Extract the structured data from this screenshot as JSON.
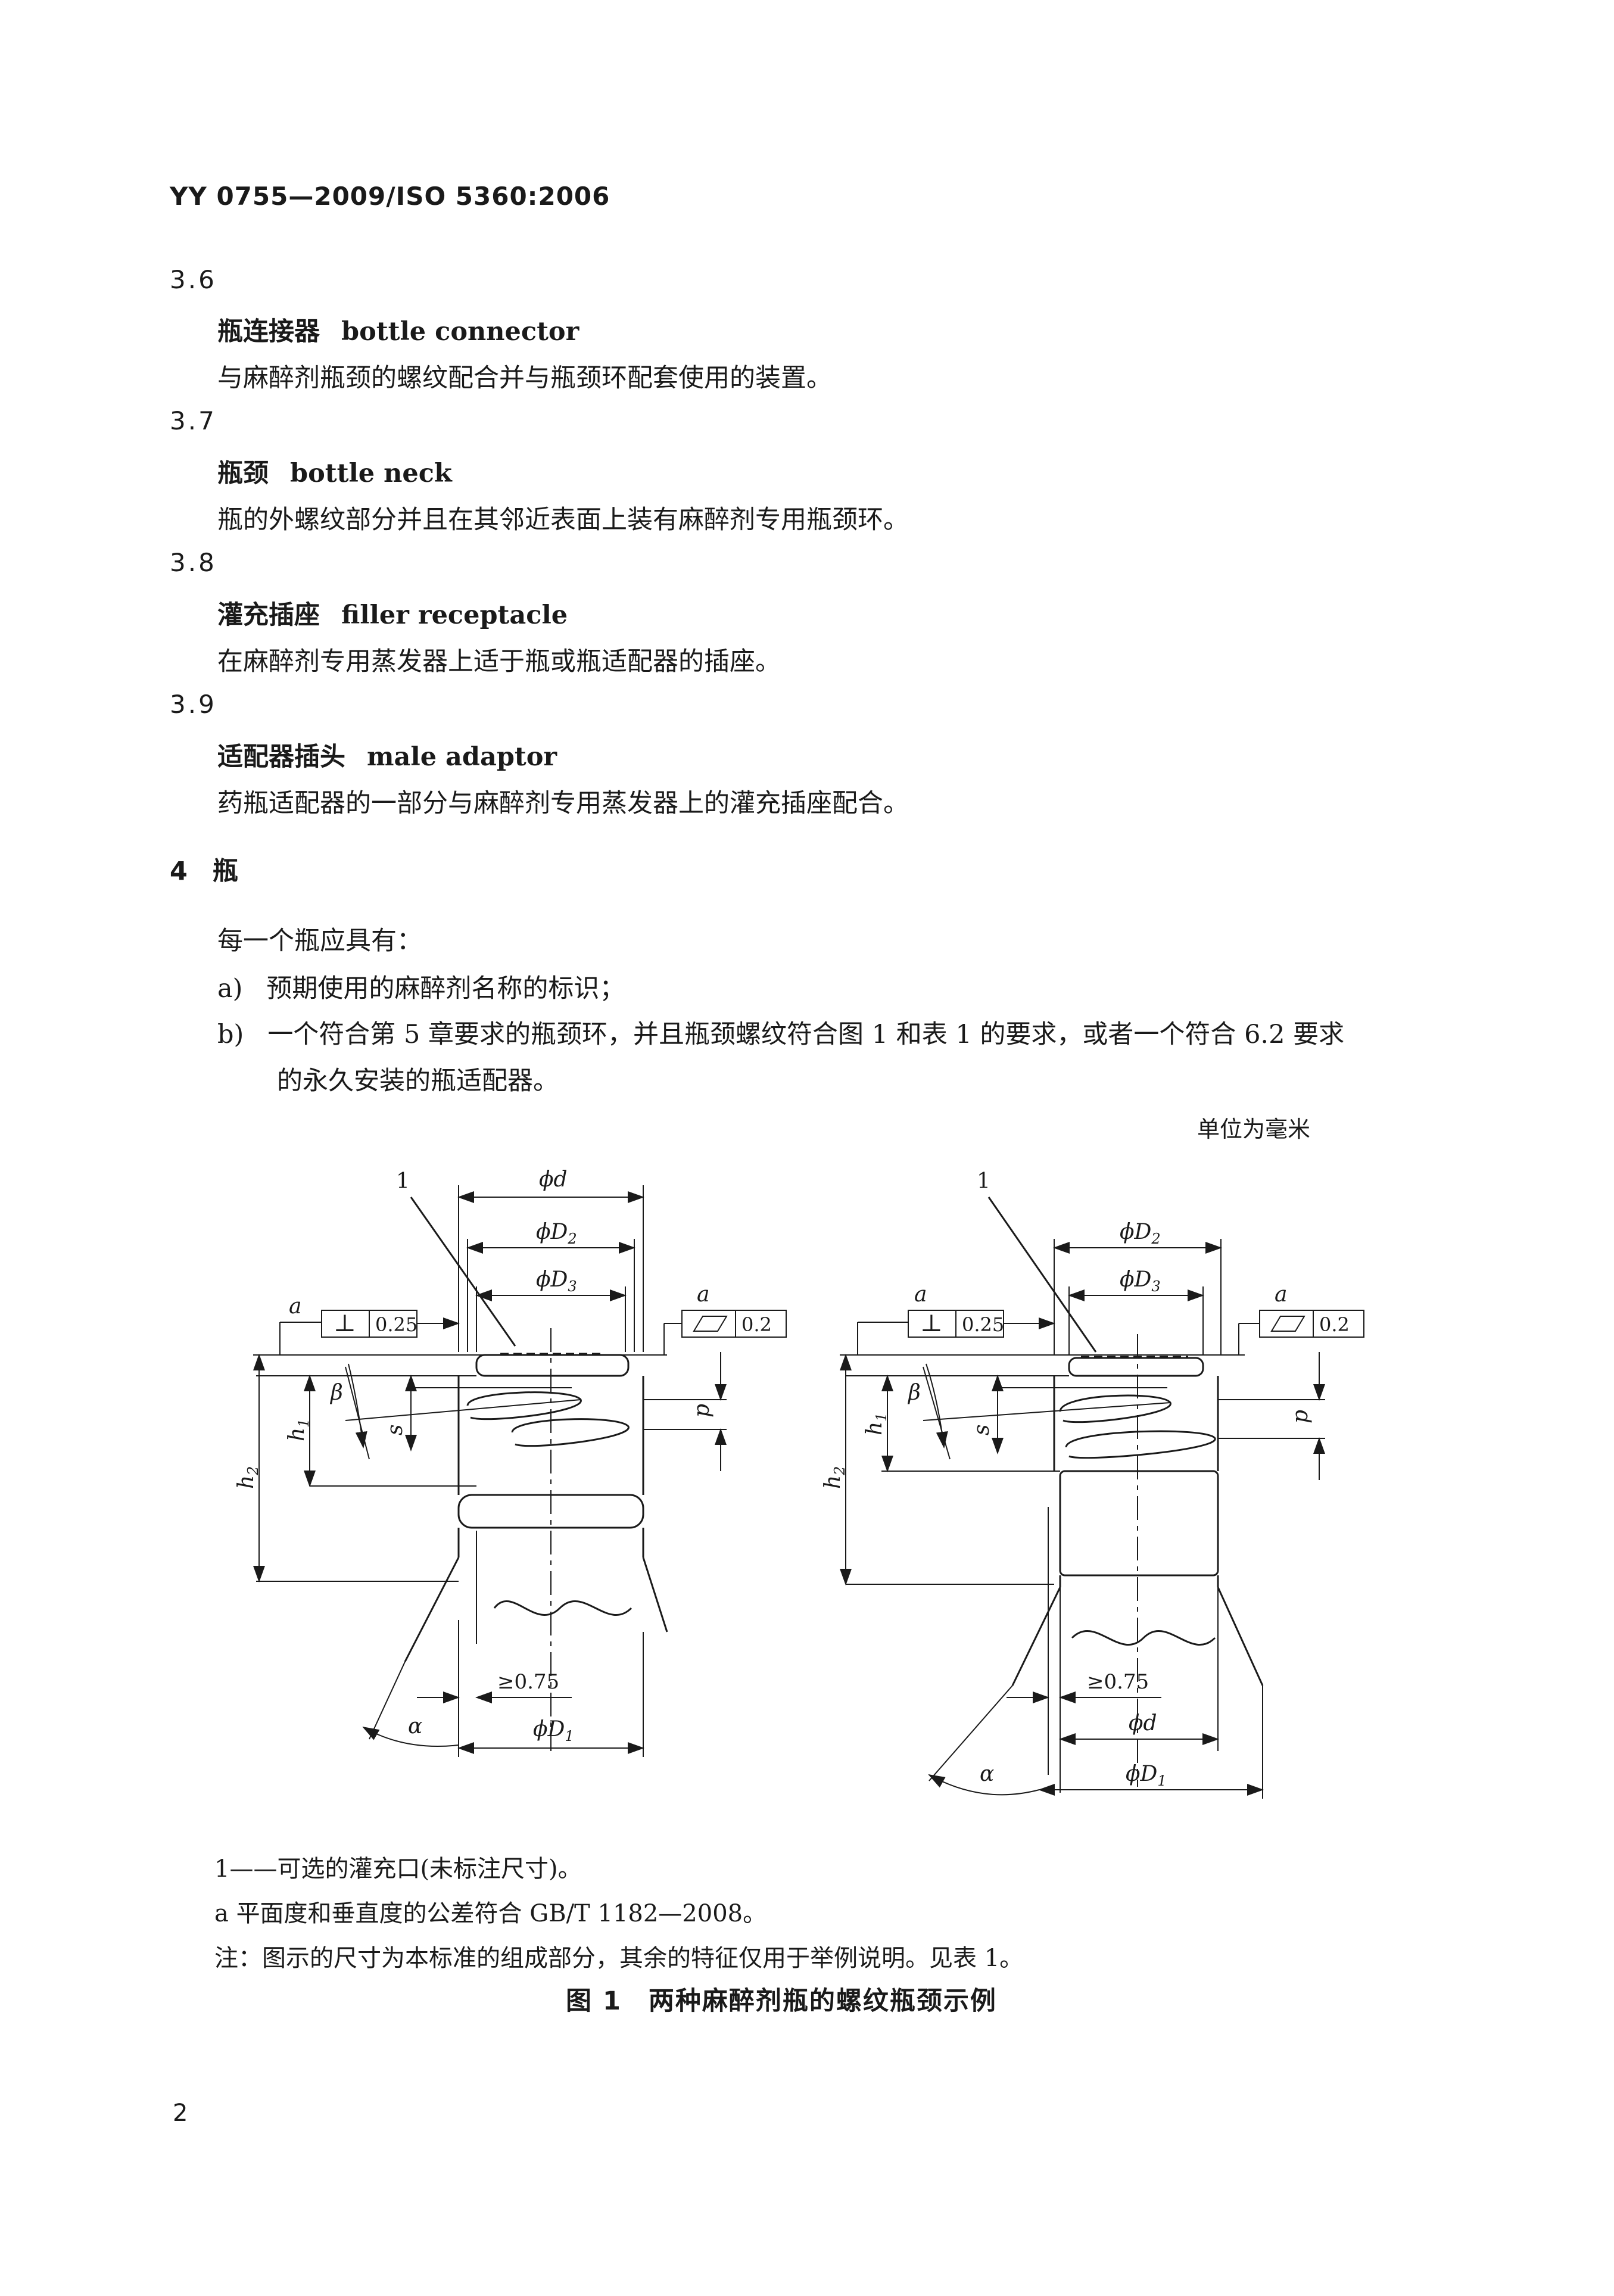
{
  "header": {
    "standard": "YY 0755—2009/ISO 5360:2006"
  },
  "sections": [
    {
      "num": "3.6",
      "term_cn": "瓶连接器",
      "term_en": "bottle connector",
      "definition": "与麻醉剂瓶颈的螺纹配合并与瓶颈环配套使用的装置。"
    },
    {
      "num": "3.7",
      "term_cn": "瓶颈",
      "term_en": "bottle neck",
      "definition": "瓶的外螺纹部分并且在其邻近表面上装有麻醉剂专用瓶颈环。"
    },
    {
      "num": "3.8",
      "term_cn": "灌充插座",
      "term_en": "filler receptacle",
      "definition": "在麻醉剂专用蒸发器上适于瓶或瓶适配器的插座。"
    },
    {
      "num": "3.9",
      "term_cn": "适配器插头",
      "term_en": "male adaptor",
      "definition": "药瓶适配器的一部分与麻醉剂专用蒸发器上的灌充插座配合。"
    }
  ],
  "clause4": {
    "num": "4",
    "title": "瓶",
    "intro": "每一个瓶应具有：",
    "items": [
      {
        "marker": "a)",
        "text": "预期使用的麻醉剂名称的标识；"
      },
      {
        "marker": "b)",
        "text": "一个符合第 5 章要求的瓶颈环，并且瓶颈螺纹符合图 1 和表 1 的要求，或者一个符合 6.2 要求",
        "text_cont": "的永久安装的瓶适配器。"
      }
    ]
  },
  "units_note": "单位为毫米",
  "figure": {
    "labels": {
      "callout": "1",
      "d": "ϕd",
      "D2": "ϕD",
      "D2_sub": "2",
      "D3": "ϕD",
      "D3_sub": "3",
      "D1": "ϕD",
      "D1_sub": "1",
      "a": "a",
      "tol_perp": "0.25",
      "tol_flat": "0.2",
      "beta": "β",
      "alpha": "α",
      "h1": "h",
      "h1_sub": "1",
      "h2": "h",
      "h2_sub": "2",
      "s": "s",
      "p": "p",
      "min_wall": "≥0.75",
      "perp_symbol": "⊥"
    },
    "notes": [
      "1——可选的灌充口(未标注尺寸)。",
      "a 平面度和垂直度的公差符合 GB/T 1182—2008。",
      "注：图示的尺寸为本标准的组成部分，其余的特征仅用于举例说明。见表 1。"
    ],
    "title": "图 1　两种麻醉剂瓶的螺纹瓶颈示例"
  },
  "page_number": "2"
}
